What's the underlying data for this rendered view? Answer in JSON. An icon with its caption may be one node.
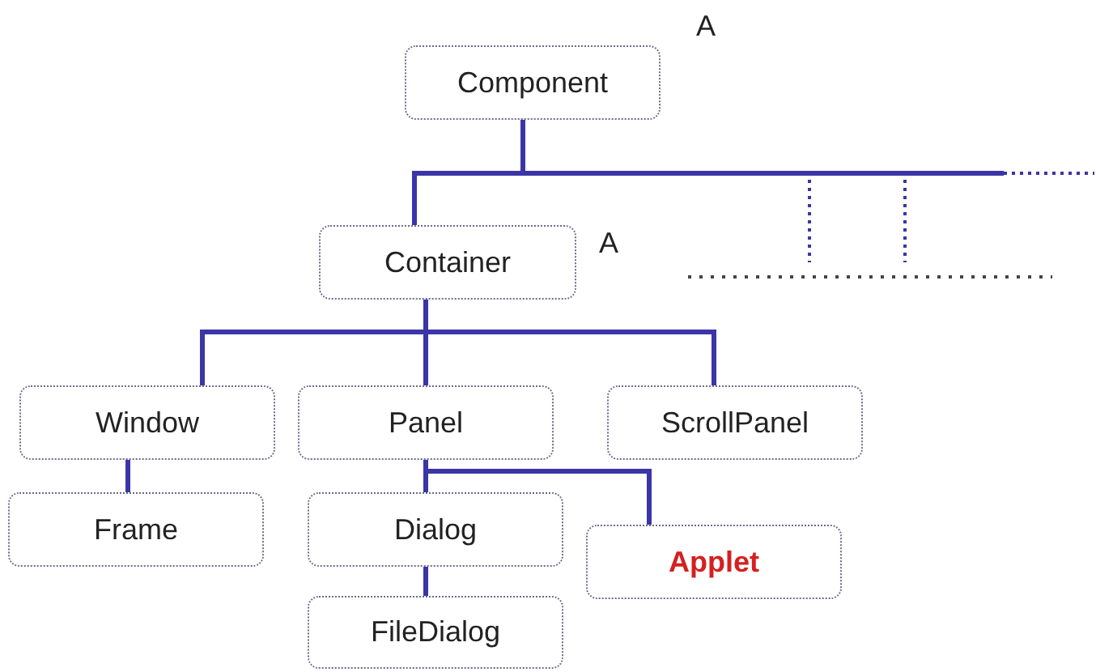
{
  "diagram": {
    "nodes": [
      {
        "text": [
          "Component"
        ]
      },
      {
        "text": [
          "Container"
        ]
      },
      {
        "text": [
          "Window"
        ]
      },
      {
        "text": [
          "Panel"
        ]
      },
      {
        "text": [
          "ScrollPanel"
        ]
      },
      {
        "text": [
          "Frame"
        ]
      },
      {
        "text": [
          "Dialog"
        ]
      },
      {
        "text": [
          "Applet"
        ]
      },
      {
        "text": [
          "FileDialog"
        ]
      }
    ],
    "edges": [
      {
        "from": 0,
        "to": 1,
        "arrow": "none"
      },
      {
        "from": 1,
        "to": 2,
        "arrow": "none"
      },
      {
        "from": 1,
        "to": 3,
        "arrow": "none"
      },
      {
        "from": 1,
        "to": 4,
        "arrow": "none"
      },
      {
        "from": 2,
        "to": 5,
        "arrow": "none"
      },
      {
        "from": 3,
        "to": 6,
        "arrow": "none"
      },
      {
        "from": 3,
        "to": 7,
        "arrow": "none"
      },
      {
        "from": 6,
        "to": 8,
        "arrow": "none"
      }
    ],
    "labels": [
      "A",
      "A"
    ]
  }
}
